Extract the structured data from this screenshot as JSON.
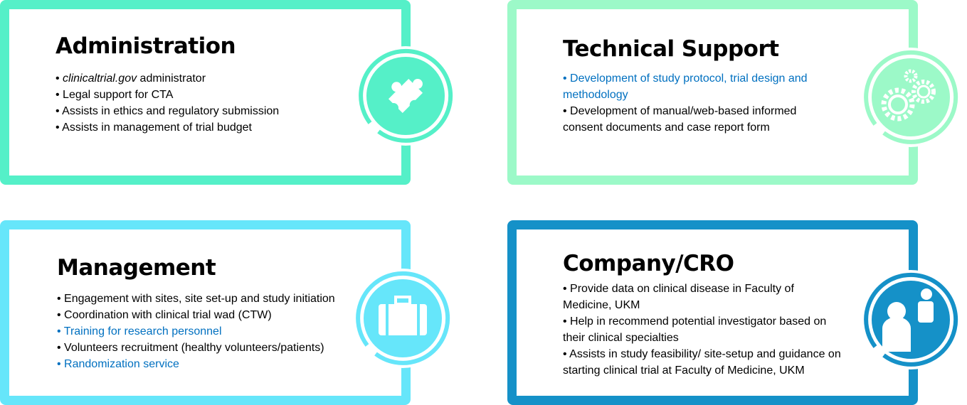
{
  "colors": {
    "administration": "#55F0C8",
    "technical": "#9CF9C8",
    "management": "#66E6FA",
    "company": "#1591C8",
    "link": "#0070C0"
  },
  "administration": {
    "title": "Administration",
    "icon": "puzzle-icon",
    "items": [
      {
        "em": "clinicaltrial.gov",
        "text": " administrator"
      },
      {
        "text": "Legal support for CTA"
      },
      {
        "text": "Assists in ethics and regulatory submission"
      },
      {
        "text": "Assists in management of trial budget"
      }
    ]
  },
  "technical": {
    "title": "Technical Support",
    "icon": "gears-icon",
    "items": [
      {
        "text": "Development of study protocol, trial design and methodology",
        "highlight": true
      },
      {
        "text": "Development of manual/web-based informed consent documents and case report form"
      }
    ]
  },
  "management": {
    "title": "Management",
    "icon": "briefcase-icon",
    "items": [
      {
        "text": "Engagement with sites, site set-up and study initiation"
      },
      {
        "text": "Coordination with clinical trial wad (CTW)"
      },
      {
        "text": "Training for research personnel",
        "highlight": true
      },
      {
        "text": "Volunteers recruitment (healthy volunteers/patients)"
      },
      {
        "text": "Randomization service",
        "highlight": true
      }
    ]
  },
  "company": {
    "title": "Company/CRO",
    "icon": "people-icon",
    "items": [
      {
        "text": "Provide data on clinical disease in Faculty of Medicine, UKM"
      },
      {
        "text": "Help in recommend potential investigator based on their clinical specialties"
      },
      {
        "text": "Assists in study feasibility/ site-setup and guidance on starting clinical trial at Faculty of Medicine, UKM"
      }
    ]
  }
}
